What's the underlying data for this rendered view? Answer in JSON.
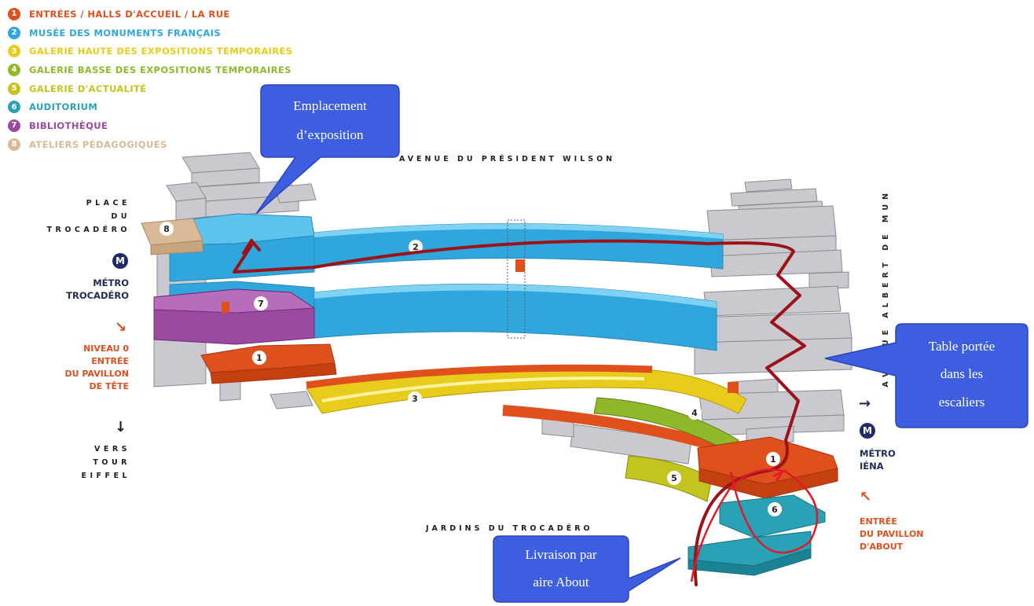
{
  "legend": [
    {
      "num": "1",
      "label": "ENTRÉES / HALLS D'ACCUEIL / LA RUE",
      "color": "#e0501c"
    },
    {
      "num": "2",
      "label": "MUSÉE DES MONUMENTS FRANÇAIS",
      "color": "#2fa7dc"
    },
    {
      "num": "3",
      "label": "GALERIE HAUTE DES EXPOSITIONS TEMPORAIRES",
      "color": "#e8cc1c"
    },
    {
      "num": "4",
      "label": "GALERIE BASSE DES EXPOSITIONS TEMPORAIRES",
      "color": "#8fb92a"
    },
    {
      "num": "5",
      "label": "GALERIE D'ACTUALITÉ",
      "color": "#c4c420"
    },
    {
      "num": "6",
      "label": "AUDITORIUM",
      "color": "#2aa2b6"
    },
    {
      "num": "7",
      "label": "BIBLIOTHÈQUE",
      "color": "#9c4aa0"
    },
    {
      "num": "8",
      "label": "ATELIERS PÉDAGOGIQUES",
      "color": "#d8b998"
    }
  ],
  "streets": {
    "top": "AVENUE DU PRÉSIDENT WILSON",
    "bottom": "JARDINS DU TROCADÉRO",
    "right": "AVENUE ALBERT DE MUN"
  },
  "left": {
    "place": [
      "PLACE",
      "DU",
      "TROCADÉRO"
    ],
    "metro_letter": "M",
    "metro": [
      "MÉTRO",
      "TROCADÉRO"
    ],
    "niveau": [
      "NIVEAU 0",
      "ENTRÉE",
      "DU PAVILLON",
      "DE TÊTE"
    ],
    "vers": [
      "VERS",
      "TOUR",
      "EIFFEL"
    ]
  },
  "right": {
    "metro_letter": "M",
    "metro": [
      "MÉTRO",
      "IÉNA"
    ],
    "entree": [
      "ENTRÉE",
      "DU PAVILLON",
      "D'ABOUT"
    ]
  },
  "callouts": {
    "exposition": [
      "Emplacement",
      "d’exposition"
    ],
    "table": [
      "Table portée",
      "dans les",
      "escaliers"
    ],
    "livraison": [
      "Livraison par",
      "aire About"
    ]
  },
  "building_numbers": [
    "1",
    "2",
    "3",
    "4",
    "5",
    "6",
    "7",
    "8",
    "1"
  ],
  "colors": {
    "orange": "#e0501c",
    "blue": "#2fa7dc",
    "yellow": "#e8cc1c",
    "green": "#8fb92a",
    "olive": "#c4c420",
    "teal": "#2aa2b6",
    "purple": "#9c4aa0",
    "beige": "#d8b998",
    "grey": "#c9c9cf",
    "route": "#9b1318",
    "callout": "#3d5ee0",
    "navy": "#1f2b55"
  }
}
